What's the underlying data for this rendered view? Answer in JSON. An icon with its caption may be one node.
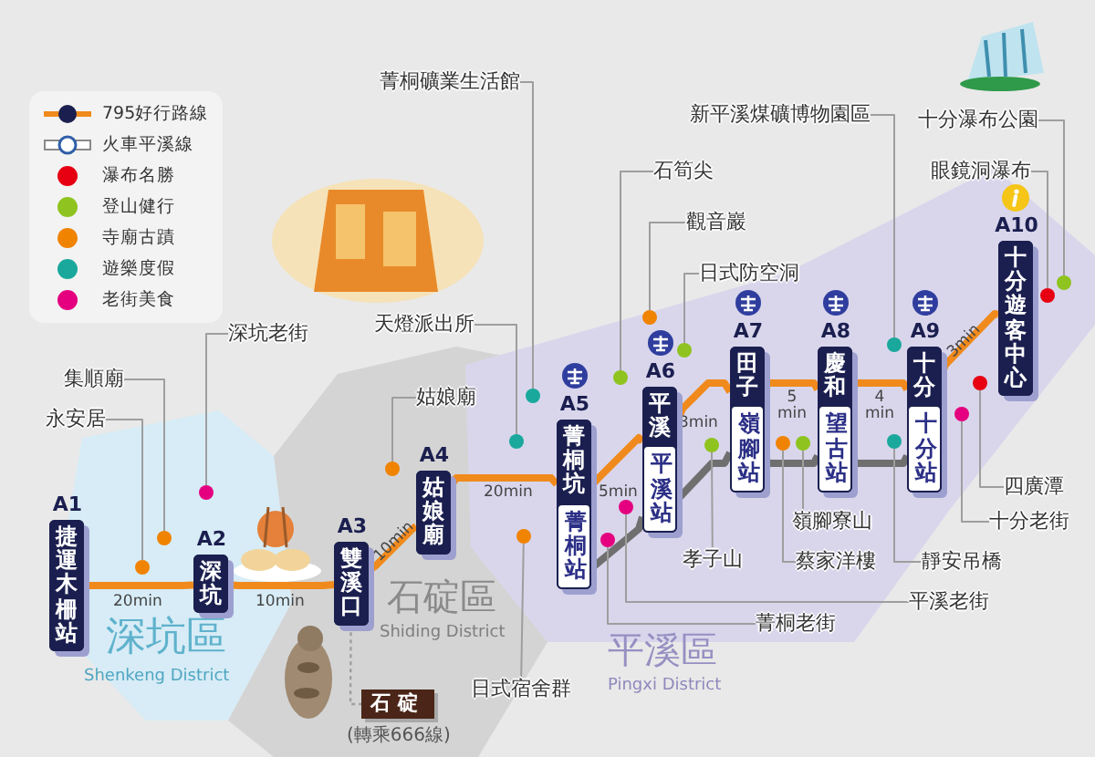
{
  "diagram": {
    "nodes": [
      {
        "text": [
          "捷運木柵站"
        ],
        "beside": [
          "A1"
        ]
      },
      {
        "text": [
          "深坑"
        ],
        "beside": [
          "A2"
        ]
      },
      {
        "text": [
          "雙溪口"
        ],
        "beside": [
          "A3"
        ]
      },
      {
        "text": [
          "姑娘廟"
        ],
        "beside": [
          "A4"
        ]
      },
      {
        "text": [
          "菁桐坑",
          "菁桐站"
        ],
        "beside": [
          "A5"
        ]
      },
      {
        "text": [
          "平溪",
          "平溪站"
        ],
        "beside": [
          "A6"
        ]
      },
      {
        "text": [
          "田子",
          "嶺腳站"
        ],
        "beside": [
          "A7"
        ]
      },
      {
        "text": [
          "慶和",
          "望古站"
        ],
        "beside": [
          "A8"
        ]
      },
      {
        "text": [
          "十分",
          "十分站"
        ],
        "beside": [
          "A9"
        ]
      },
      {
        "text": [
          "十分遊客中心"
        ],
        "beside": [
          "A10"
        ]
      },
      {
        "text": [
          "石碇"
        ],
        "beside": [
          "(轉乘666線)"
        ]
      },
      {
        "text": [
          "菁桐礦業生活館"
        ]
      },
      {
        "text": [],
        "shape": "circle"
      },
      {
        "text": [
          "天燈派出所"
        ]
      },
      {
        "text": [],
        "shape": "circle"
      },
      {
        "text": [
          "石筍尖"
        ]
      },
      {
        "text": [],
        "shape": "circle"
      },
      {
        "text": [
          "觀音巖"
        ]
      },
      {
        "text": [],
        "shape": "circle"
      },
      {
        "text": [
          "日式防空洞"
        ]
      },
      {
        "text": [],
        "shape": "circle"
      },
      {
        "text": [
          "新平溪煤礦博物園區"
        ]
      },
      {
        "text": [],
        "shape": "circle"
      },
      {
        "text": [
          "十分瀑布公園"
        ]
      },
      {
        "text": [],
        "shape": "circle"
      },
      {
        "text": [
          "眼鏡洞瀑布"
        ]
      },
      {
        "text": [],
        "shape": "circle"
      },
      {
        "text": [
          "深坑老街"
        ]
      },
      {
        "text": [],
        "shape": "circle"
      },
      {
        "text": [
          "集順廟"
        ]
      },
      {
        "text": [],
        "shape": "circle"
      },
      {
        "text": [
          "永安居"
        ]
      },
      {
        "text": [],
        "shape": "circle"
      },
      {
        "text": [
          "姑娘廟"
        ]
      },
      {
        "text": [],
        "shape": "circle"
      },
      {
        "text": [
          "四廣潭"
        ]
      },
      {
        "text": [],
        "shape": "circle"
      },
      {
        "text": [
          "十分老街"
        ]
      },
      {
        "text": [],
        "shape": "circle"
      },
      {
        "text": [
          "孝子山"
        ]
      },
      {
        "text": [],
        "shape": "circle"
      },
      {
        "text": [
          "嶺腳寮山"
        ]
      },
      {
        "text": [],
        "shape": "circle"
      },
      {
        "text": [
          "蔡家洋樓"
        ]
      },
      {
        "text": [],
        "shape": "circle"
      },
      {
        "text": [
          "靜安吊橋"
        ]
      },
      {
        "text": [],
        "shape": "circle"
      },
      {
        "text": [
          "平溪老街"
        ]
      },
      {
        "text": [],
        "shape": "circle"
      },
      {
        "text": [
          "菁桐老街"
        ]
      },
      {
        "text": [],
        "shape": "circle"
      },
      {
        "text": [
          "日式宿舍群"
        ]
      },
      {
        "text": [],
        "shape": "circle"
      }
    ],
    "edges": [
      {
        "from": 0,
        "to": 1,
        "arrow": "none",
        "label": "20min",
        "style": "thick",
        "color": "#f08a1c"
      },
      {
        "from": 1,
        "to": 2,
        "arrow": "none",
        "label": "10min",
        "style": "thick",
        "color": "#f08a1c"
      },
      {
        "from": 2,
        "to": 3,
        "arrow": "none",
        "label": "10min",
        "style": "thick",
        "color": "#f08a1c"
      },
      {
        "from": 3,
        "to": 4,
        "arrow": "none",
        "label": "20min",
        "style": "thick",
        "color": "#f08a1c"
      },
      {
        "from": 4,
        "to": 5,
        "arrow": "none",
        "label": "5min",
        "style": "thick",
        "color": "#f08a1c"
      },
      {
        "from": 5,
        "to": 6,
        "arrow": "none",
        "label": "3min",
        "style": "thick",
        "color": "#f08a1c"
      },
      {
        "from": 6,
        "to": 7,
        "arrow": "none",
        "label": "5 min",
        "style": "thick",
        "color": "#f08a1c"
      },
      {
        "from": 7,
        "to": 8,
        "arrow": "none",
        "label": "4 min",
        "style": "thick",
        "color": "#f08a1c"
      },
      {
        "from": 8,
        "to": 9,
        "arrow": "none",
        "label": "3min",
        "style": "thick",
        "color": "#f08a1c"
      },
      {
        "from": 4,
        "to": 5,
        "arrow": "none",
        "style": "thick",
        "color": "#6f6f6f"
      },
      {
        "from": 5,
        "to": 6,
        "arrow": "none",
        "style": "thick",
        "color": "#6f6f6f"
      },
      {
        "from": 6,
        "to": 7,
        "arrow": "none",
        "style": "thick",
        "color": "#6f6f6f"
      },
      {
        "from": 7,
        "to": 8,
        "arrow": "none",
        "style": "thick",
        "color": "#6f6f6f"
      },
      {
        "from": 2,
        "to": 10,
        "arrow": "none",
        "style": "dashed"
      },
      {
        "from": 11,
        "to": 12,
        "arrow": "none"
      },
      {
        "from": 13,
        "to": 14,
        "arrow": "none"
      },
      {
        "from": 15,
        "to": 16,
        "arrow": "none"
      },
      {
        "from": 17,
        "to": 18,
        "arrow": "none"
      },
      {
        "from": 19,
        "to": 20,
        "arrow": "none"
      },
      {
        "from": 21,
        "to": 22,
        "arrow": "none"
      },
      {
        "from": 23,
        "to": 24,
        "arrow": "none"
      },
      {
        "from": 25,
        "to": 26,
        "arrow": "none"
      },
      {
        "from": 27,
        "to": 28,
        "arrow": "none"
      },
      {
        "from": 29,
        "to": 30,
        "arrow": "none"
      },
      {
        "from": 31,
        "to": 32,
        "arrow": "none"
      },
      {
        "from": 33,
        "to": 34,
        "arrow": "none"
      },
      {
        "from": 35,
        "to": 36,
        "arrow": "none"
      },
      {
        "from": 37,
        "to": 38,
        "arrow": "none"
      },
      {
        "from": 39,
        "to": 40,
        "arrow": "none"
      },
      {
        "from": 41,
        "to": 42,
        "arrow": "none"
      },
      {
        "from": 43,
        "to": 44,
        "arrow": "none"
      },
      {
        "from": 45,
        "to": 46,
        "arrow": "none"
      },
      {
        "from": 47,
        "to": 48,
        "arrow": "none"
      },
      {
        "from": 49,
        "to": 50,
        "arrow": "none"
      },
      {
        "from": 51,
        "to": 52,
        "arrow": "none"
      }
    ],
    "labels": [
      "深坑區",
      "Shenkeng District",
      "石碇區",
      "Shiding District",
      "平溪區",
      "Pingxi District"
    ],
    "legend": [
      {
        "text": "795好行路線"
      },
      {
        "text": "火車平溪線"
      },
      {
        "text": "瀑布名勝",
        "color": "#e60012"
      },
      {
        "text": "登山健行",
        "color": "#8fc31f"
      },
      {
        "text": "寺廟古蹟",
        "color": "#f08300"
      },
      {
        "text": "遊樂度假",
        "color": "#1aa89c"
      },
      {
        "text": "老街美食",
        "color": "#e4007f"
      }
    ]
  }
}
